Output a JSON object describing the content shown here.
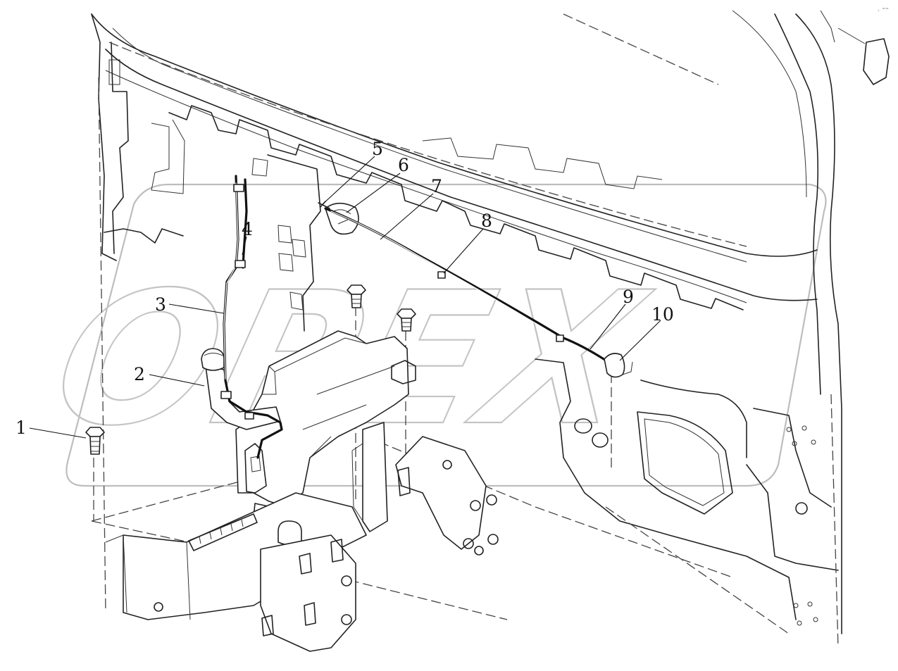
{
  "watermark": {
    "text": "OPEX"
  },
  "corner_mark": "¸ ₌₌",
  "callouts": [
    {
      "id": "1",
      "label": "1"
    },
    {
      "id": "2",
      "label": "2"
    },
    {
      "id": "3",
      "label": "3"
    },
    {
      "id": "4",
      "label": "4"
    },
    {
      "id": "5",
      "label": "5"
    },
    {
      "id": "6",
      "label": "6"
    },
    {
      "id": "7",
      "label": "7"
    },
    {
      "id": "8",
      "label": "8"
    },
    {
      "id": "9",
      "label": "9"
    },
    {
      "id": "10",
      "label": "10"
    }
  ]
}
